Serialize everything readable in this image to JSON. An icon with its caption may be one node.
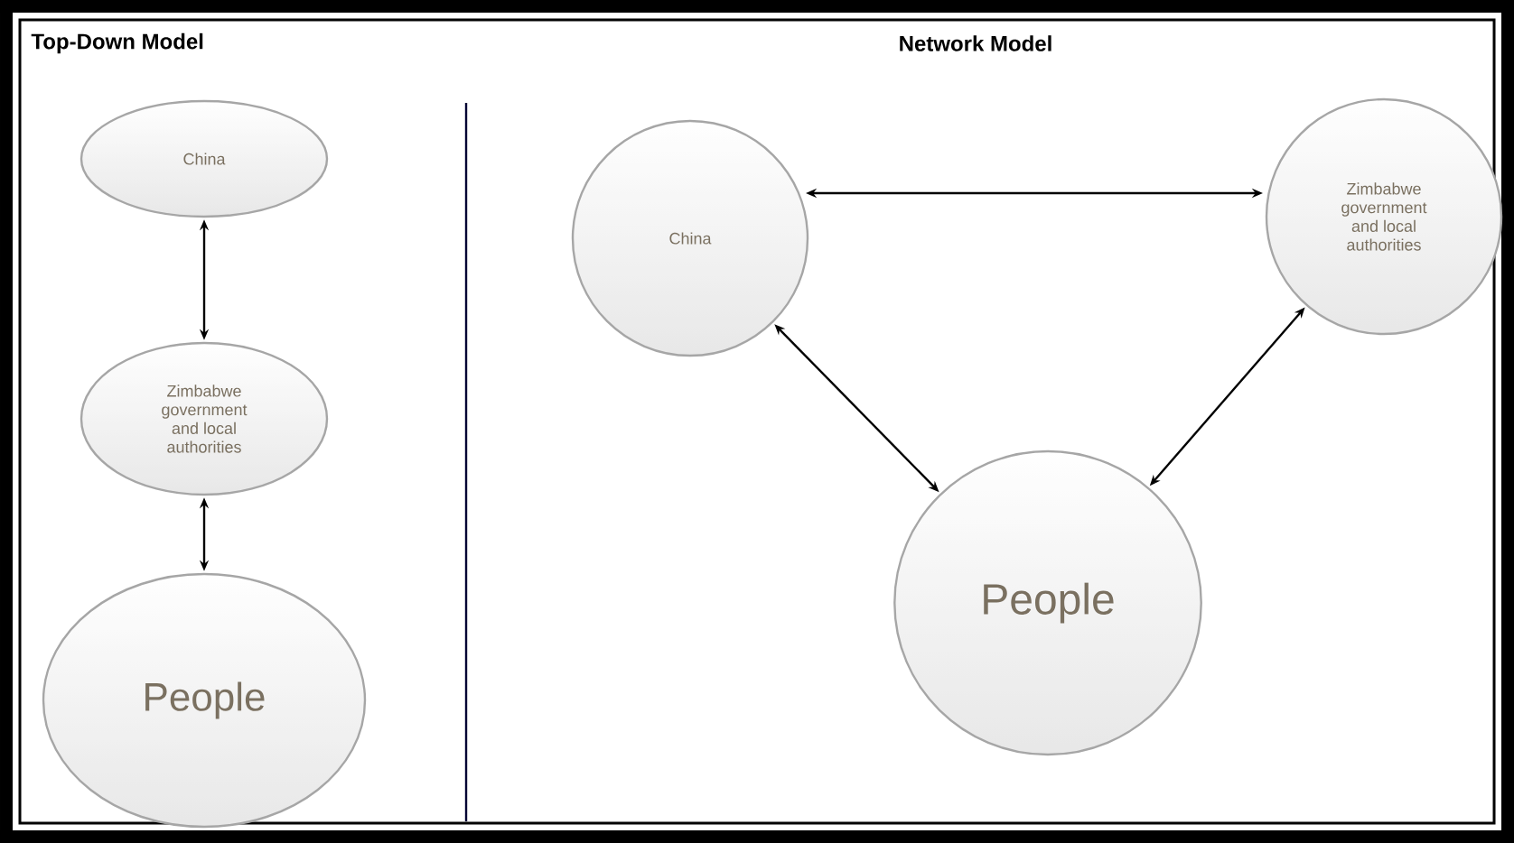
{
  "diagram": {
    "nodes": [
      {
        "text": [
          "China"
        ]
      },
      {
        "text": [
          "Zimbabwe government and local authorities"
        ]
      },
      {
        "text": [
          "People"
        ]
      },
      {
        "text": [
          "China"
        ]
      },
      {
        "text": [
          "Zimbabwe government and local authorities"
        ]
      },
      {
        "text": [
          "People"
        ]
      }
    ],
    "edges": [
      {
        "from": 0,
        "to": 1,
        "arrow": "both"
      },
      {
        "from": 1,
        "to": 2,
        "arrow": "both"
      },
      {
        "from": 3,
        "to": 4,
        "arrow": "both"
      },
      {
        "from": 3,
        "to": 5,
        "arrow": "both"
      },
      {
        "from": 4,
        "to": 5,
        "arrow": "both"
      }
    ],
    "labels": [
      "Top-Down Model",
      "Network Model"
    ]
  }
}
